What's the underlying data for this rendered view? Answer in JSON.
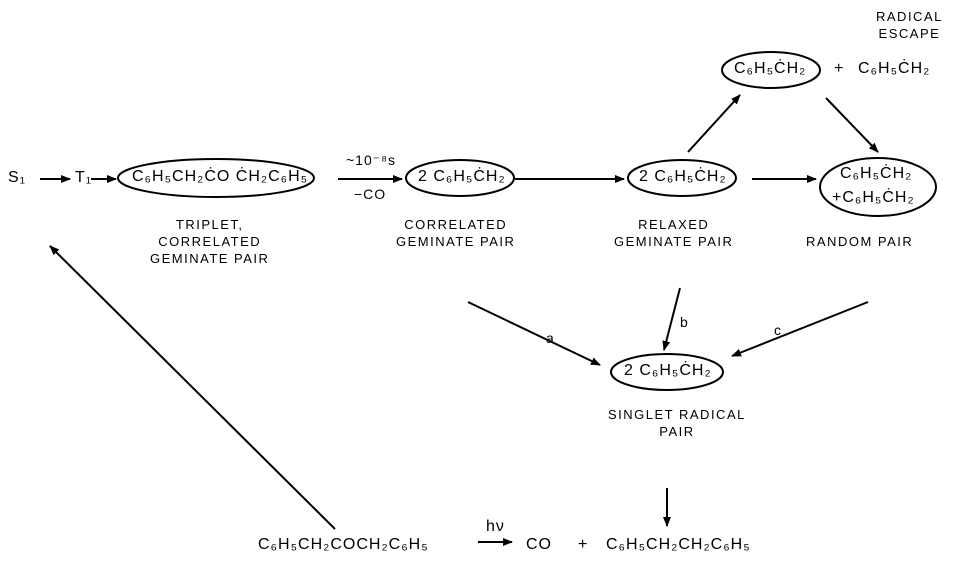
{
  "states": {
    "s1": "S₁",
    "t1": "T₁"
  },
  "species": {
    "acyl_pair": "C₆H₅CH₂ĊO  ĊH₂C₆H₅",
    "correlated_pair": "2 C₆H₅ĊH₂",
    "relaxed_pair": "2 C₆H₅ĊH₂",
    "escaped_radical": "C₆H₅ĊH₂",
    "plus": "+",
    "free_radical": "C₆H₅ĊH₂",
    "random_pair_line1": "C₆H₅ĊH₂",
    "random_pair_line2": "+C₆H₅ĊH₂",
    "singlet_pair": "2 C₆H₅ĊH₂",
    "ketone": "C₆H₅CH₂COCH₂C₆H₅",
    "hv": "hν",
    "co": "CO",
    "plus2": "+",
    "bibenzyl": "C₆H₅CH₂CH₂C₆H₅"
  },
  "captions": {
    "radical_escape": "RADICAL\nESCAPE",
    "triplet_pair": "TRIPLET,\nCORRELATED\nGEMINATE PAIR",
    "correlated": "CORRELATED\nGEMINATE PAIR",
    "relaxed": "RELAXED\nGEMINATE PAIR",
    "random": "RANDOM PAIR",
    "singlet": "SINGLET RADICAL\nPAIR"
  },
  "arrow_labels": {
    "time": "~10⁻⁸s",
    "loss": "−CO",
    "a": "a",
    "b": "b",
    "c": "c"
  }
}
